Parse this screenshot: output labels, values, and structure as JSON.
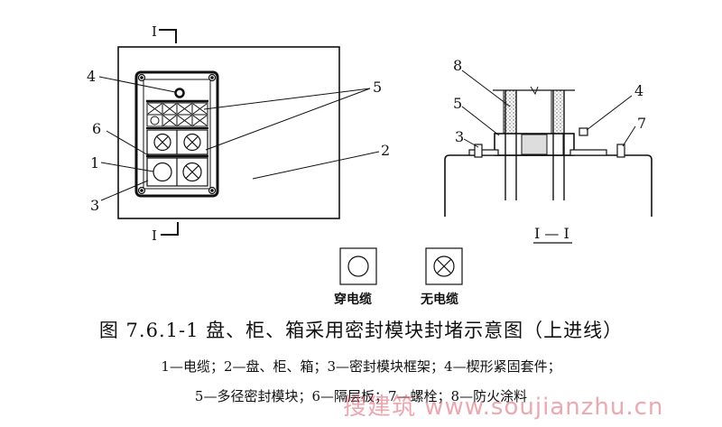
{
  "labels": {
    "n1": "1",
    "n2": "2",
    "n3": "3",
    "n4": "4",
    "n5": "5",
    "n6": "6",
    "s3": "3",
    "s4": "4",
    "s5": "5",
    "s7": "7",
    "s8": "8",
    "sec_top": "I",
    "sec_bottom": "I",
    "section_view": "I — I"
  },
  "legend": {
    "cable": "穿电缆",
    "no_cable": "无电缆"
  },
  "caption": {
    "title": "图 7.6.1-1   盘、柜、箱采用密封模块封堵示意图（上进线）",
    "line1": "1—电缆；2—盘、柜、箱；3—密封模块框架；4—楔形紧固套件；",
    "line2": "5—多径密封模块；6—隔层板；7—螺栓；8—防火涂料"
  },
  "watermark": "搜建筑 www.soujianzhu.cn"
}
